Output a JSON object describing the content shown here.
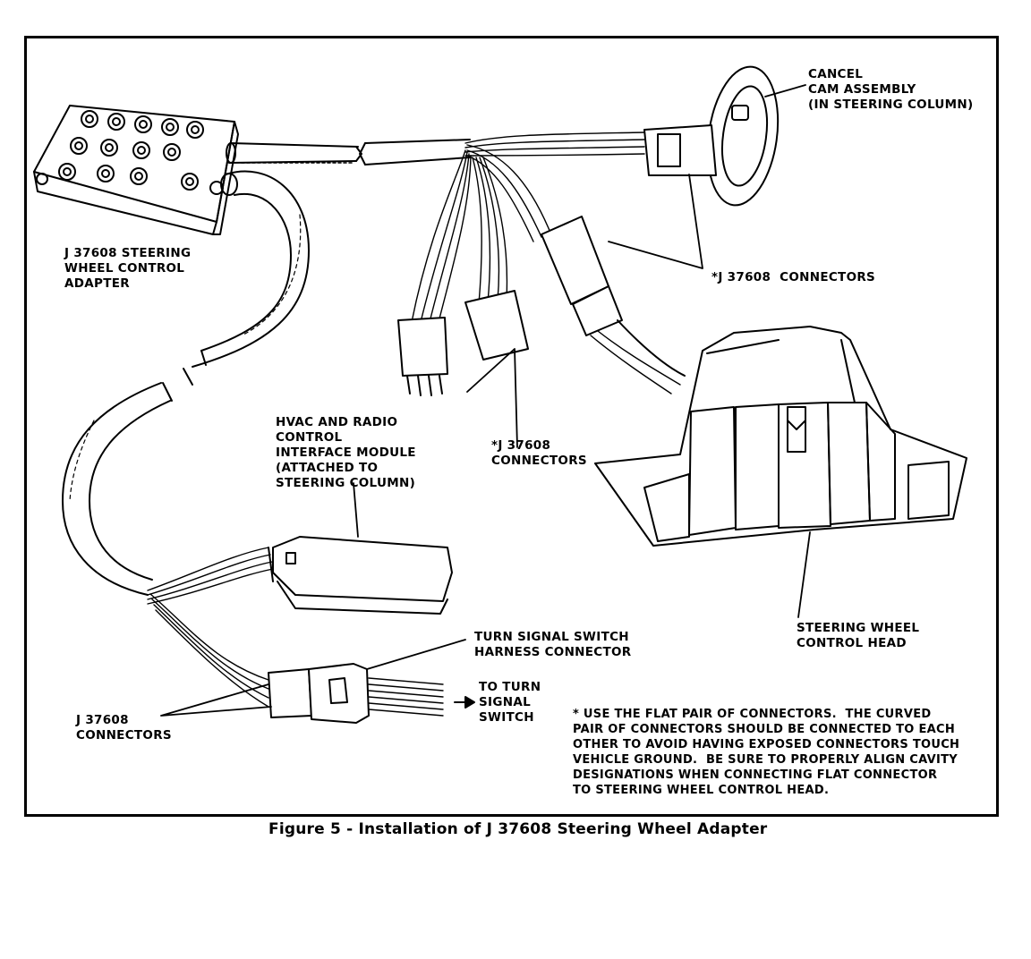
{
  "diagram": {
    "labels": {
      "cancel_cam": "CANCEL\nCAM ASSEMBLY\n(IN STEERING COLUMN)",
      "adapter": "J 37608 STEERING\nWHEEL CONTROL\nADAPTER",
      "connectors_top_right": "*J 37608  CONNECTORS",
      "connectors_center": "*J 37608\nCONNECTORS",
      "hvac_module": "HVAC AND RADIO\nCONTROL\nINTERFACE MODULE\n(ATTACHED TO\nSTEERING COLUMN)",
      "turn_signal_connector": "TURN SIGNAL SWITCH\nHARNESS CONNECTOR",
      "to_turn_signal": "TO TURN\nSIGNAL\nSWITCH",
      "connectors_bottom_left": "J 37608\nCONNECTORS",
      "control_head": "STEERING WHEEL\nCONTROL HEAD",
      "note": "* USE THE FLAT PAIR OF CONNECTORS.  THE CURVED\nPAIR OF CONNECTORS SHOULD BE CONNECTED TO EACH\nOTHER TO AVOID HAVING EXPOSED CONNECTORS TOUCH\nVEHICLE GROUND.  BE SURE TO PROPERLY ALIGN CAVITY\nDESIGNATIONS WHEN CONNECTING FLAT CONNECTOR\nTO STEERING WHEEL CONTROL HEAD."
    },
    "caption": "Figure 5 - Installation of J 37608 Steering Wheel Adapter"
  }
}
